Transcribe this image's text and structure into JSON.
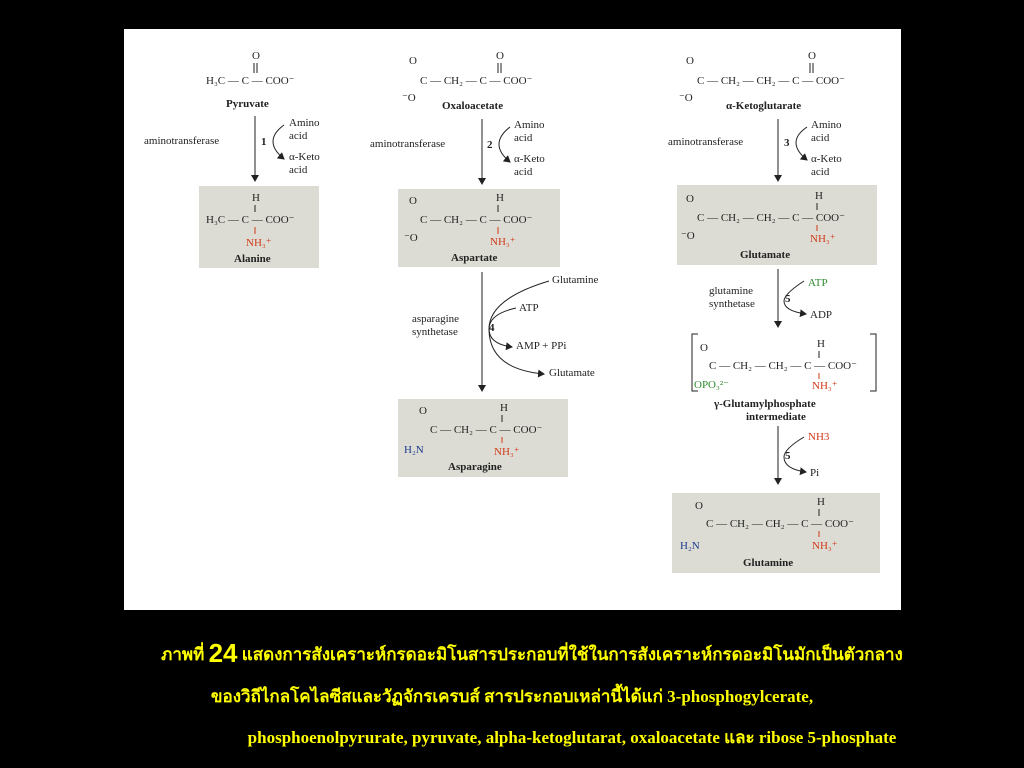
{
  "figure": {
    "compounds": {
      "pyruvate": "Pyruvate",
      "oxaloacetate": "Oxaloacetate",
      "ketoglutarate": "α-Ketoglutarate",
      "alanine": "Alanine",
      "aspartate": "Aspartate",
      "glutamate": "Glutamate",
      "asparagine": "Asparagine",
      "glutamyl_1": "γ-Glutamylphosphate",
      "glutamyl_2": "intermediate",
      "glutamine": "Glutamine"
    },
    "enzymes": {
      "aminotransferase": "aminotransferase",
      "asparagine_1": "asparagine",
      "asparagine_2": "synthetase",
      "glutamine_1": "glutamine",
      "glutamine_2": "synthetase"
    },
    "steps": [
      "1",
      "2",
      "3",
      "4",
      "5",
      "5"
    ],
    "reactants": {
      "amino": "Amino",
      "acid": "acid",
      "keto": "α-Keto",
      "glutamine": "Glutamine",
      "atp": "ATP",
      "amp": "AMP + PPi",
      "glutamate": "Glutamate",
      "adp": "ADP",
      "nh3": "NH3",
      "pi": "Pi"
    }
  },
  "caption": {
    "prefix": "ภาพที่",
    "number": "24",
    "line1": "แสดงการสังเคราะห์กรดอะมิโนสารประกอบที่ใช้ในการสังเคราะห์กรดอะมิโนมักเป็นตัวกลาง",
    "line2": "ของวิถีไกลโคไลซีสและวัฏจักรเครบส์ สารประกอบเหล่านี้ได้แก่ 3-phosphogylcerate,",
    "line3": "phosphoenolpyrurate, pyruvate, alpha-ketoglutarat, oxaloacetate และ ribose 5-phosphate"
  }
}
